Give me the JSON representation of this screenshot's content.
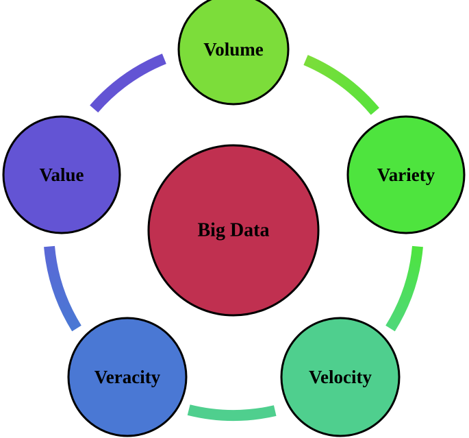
{
  "center": {
    "label": "Big Data",
    "color": "#c03050"
  },
  "nodes": [
    {
      "id": "volume",
      "label": "Volume",
      "color": "#7cdd3a"
    },
    {
      "id": "variety",
      "label": "Variety",
      "color": "#4ee43e"
    },
    {
      "id": "velocity",
      "label": "Velocity",
      "color": "#4fcf8e"
    },
    {
      "id": "veracity",
      "label": "Veracity",
      "color": "#4a78d4"
    },
    {
      "id": "value",
      "label": "Value",
      "color": "#6354d4"
    }
  ],
  "ring": {
    "segments": [
      {
        "from": "volume",
        "to": "variety",
        "colors": [
          "#7cdd3a",
          "#58e23c"
        ]
      },
      {
        "from": "variety",
        "to": "velocity",
        "colors": [
          "#4ee43e",
          "#4fd87a"
        ]
      },
      {
        "from": "velocity",
        "to": "veracity",
        "colors": [
          "#4fcf8e",
          "#4fcf8e"
        ]
      },
      {
        "from": "veracity",
        "to": "value",
        "colors": [
          "#4a78d4",
          "#5a68d6"
        ]
      },
      {
        "from": "value",
        "to": "volume",
        "colors": [
          "#6354d4",
          "#6354d4"
        ]
      }
    ]
  }
}
